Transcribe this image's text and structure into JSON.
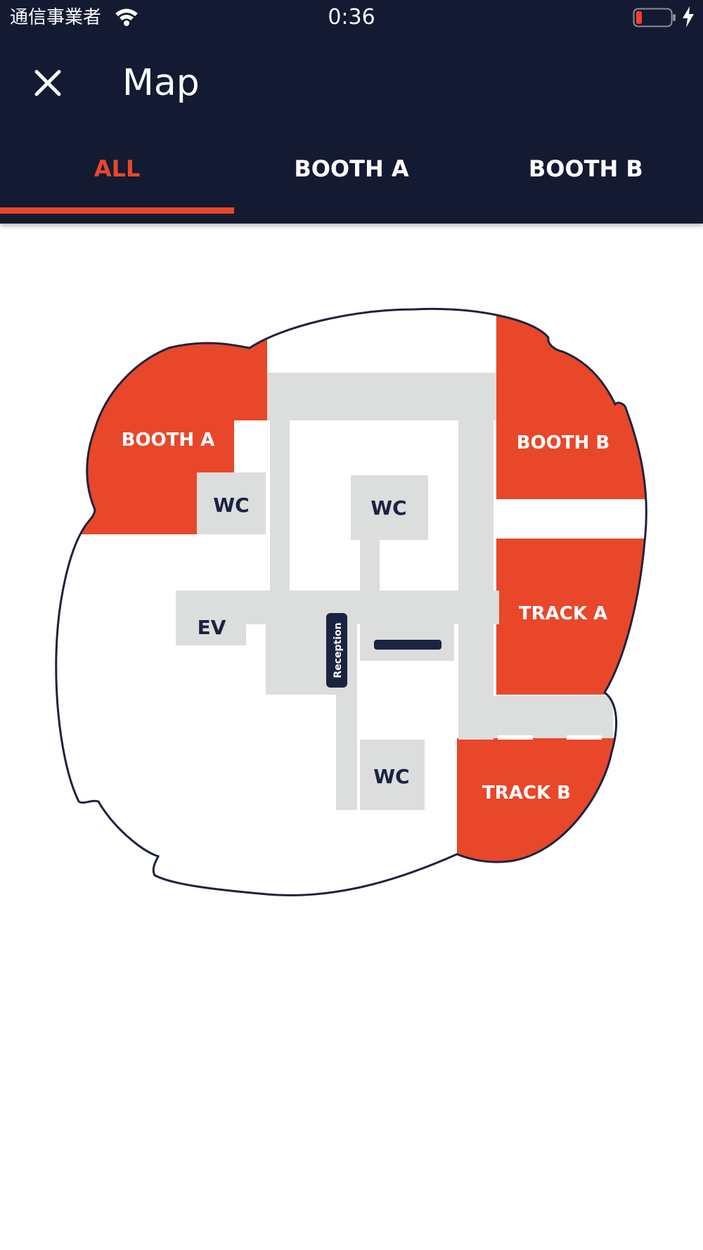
{
  "status_bar": {
    "carrier": "通信事業者",
    "time": "0:36",
    "icons": [
      "wifi-icon",
      "battery-low-icon",
      "charging-bolt-icon"
    ]
  },
  "header": {
    "close_icon": "close-icon",
    "title": "Map"
  },
  "tabs": [
    {
      "label": "ALL",
      "active": true
    },
    {
      "label": "BOOTH A",
      "active": false
    },
    {
      "label": "BOOTH B",
      "active": false
    }
  ],
  "map": {
    "labels": {
      "booth_a": "BOOTH A",
      "booth_b": "BOOTH B",
      "track_a": "TRACK A",
      "track_b": "TRACK B",
      "wc_left": "WC",
      "wc_center": "WC",
      "wc_bottom": "WC",
      "ev": "EV",
      "reception": "Reception"
    }
  },
  "colors": {
    "header_bg": "#141a31",
    "accent": "#e8472a",
    "corridor": "#dcdddd",
    "outline": "#1c2340",
    "label_dark": "#1c2340",
    "label_light": "#ffffff"
  }
}
